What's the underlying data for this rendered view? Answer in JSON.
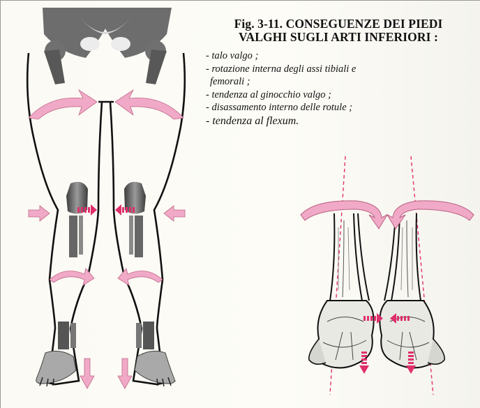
{
  "figure": {
    "title_line1": "Fig. 3-11. CONSEGUENZE DEI PIEDI",
    "title_line2": "VALGHI SUGLI ARTI INFERIORI :",
    "effects": [
      {
        "text": "- talo valgo ;"
      },
      {
        "text": "- rotazione interna degli assi tibiali e",
        "continuation": "femorali ;"
      },
      {
        "text": "- tendenza al ginocchio valgo ;"
      },
      {
        "text": "- disassamento interno delle rotule ;"
      },
      {
        "text": "- tendenza al flexum."
      }
    ]
  },
  "colors": {
    "arrow_pink": "#f0a9c6",
    "arrow_red": "#e0306c",
    "axis_red": "#e0306c",
    "outline": "#111111",
    "bone": "#555555"
  }
}
